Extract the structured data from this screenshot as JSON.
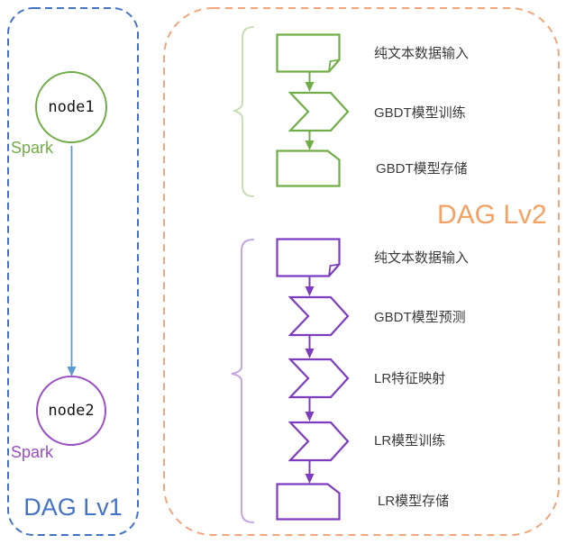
{
  "colors": {
    "green": "#70AD47",
    "green_brace": "#C5E0B4",
    "purple_flow": "#7D3CC0",
    "purple_node": "#9A4EC5",
    "purple_brace": "#C4A5E2",
    "edge_blue": "#5B9BD5",
    "lv1_border": "#4472C4",
    "lv1_title": "#4472C4",
    "lv2_border": "#F2A67C",
    "lv2_title": "#F4A264",
    "label_text": "#3A3A3A"
  },
  "lv1": {
    "title": "DAG Lv1",
    "nodes": [
      {
        "label": "node1",
        "engine": "Spark"
      },
      {
        "label": "node2",
        "engine": "Spark"
      }
    ]
  },
  "lv2": {
    "title": "DAG Lv2",
    "gbdt_group": {
      "steps": [
        {
          "shape": "document",
          "label": "纯文本数据输入"
        },
        {
          "shape": "chevron",
          "label": "GBDT模型训练"
        },
        {
          "shape": "card",
          "label": "GBDT模型存储"
        }
      ]
    },
    "lr_group": {
      "steps": [
        {
          "shape": "document",
          "label": "纯文本数据输入"
        },
        {
          "shape": "chevron",
          "label": "GBDT模型预测"
        },
        {
          "shape": "chevron",
          "label": "LR特征映射"
        },
        {
          "shape": "chevron",
          "label": "LR模型训练"
        },
        {
          "shape": "card",
          "label": "LR模型存储"
        }
      ]
    }
  }
}
